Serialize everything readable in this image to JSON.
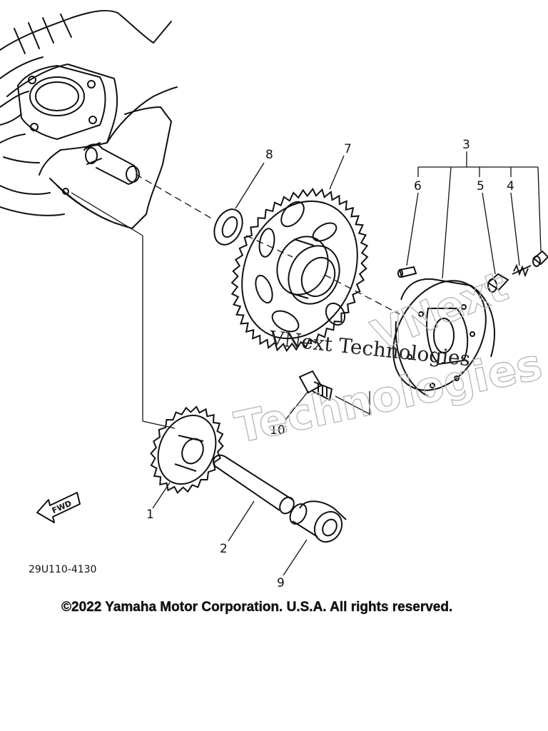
{
  "callouts": {
    "part_1": "1",
    "part_2": "2",
    "part_3": "3",
    "part_4": "4",
    "part_5": "5",
    "part_6": "6",
    "part_7": "7",
    "part_8": "8",
    "part_9": "9",
    "part_10": "10"
  },
  "fwd_label": "FWD",
  "diagram_code": "29U110-4130",
  "watermark": {
    "line1": "VNext",
    "line2": "Technologies",
    "serif_text": "VNext Technologies"
  },
  "copyright": "©2022 Yamaha Motor Corporation. U.S.A. All rights reserved.",
  "icons": {
    "fwd_arrow": "fwd-arrow-icon"
  }
}
